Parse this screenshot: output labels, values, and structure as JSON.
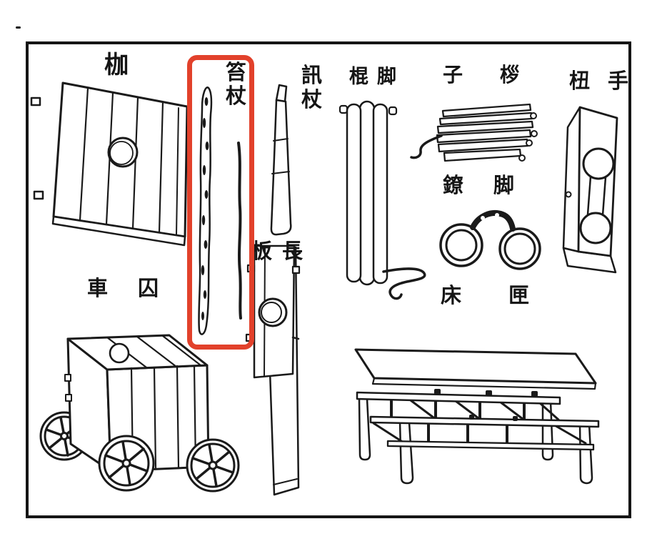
{
  "illustration": {
    "ink_color": "#1a1a1a",
    "paper_color": "#ffffff",
    "border_color": "#151515",
    "highlight_color": "#e2412b",
    "labels": {
      "cangue": "枷",
      "flogging_rods": [
        "笞",
        "杖"
      ],
      "interrogation_staff": [
        "訊",
        "杖"
      ],
      "long_board": [
        "板",
        "長"
      ],
      "leg_press": [
        "棍",
        "脚"
      ],
      "finger_press": [
        "子",
        "桚"
      ],
      "hand_restraint": [
        "杻",
        "手"
      ],
      "leg_irons": [
        "鐐",
        "脚"
      ],
      "prisoner_cart": [
        "車",
        "囚"
      ],
      "restraint_bed": [
        "床",
        "匣"
      ]
    }
  }
}
